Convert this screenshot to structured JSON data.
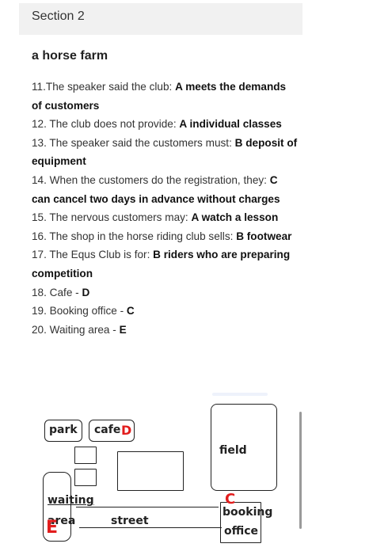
{
  "header": {
    "section": "Section 2"
  },
  "page": {
    "title": "a horse farm"
  },
  "questions": [
    {
      "text": "11.The speaker said the club: ",
      "answer": "A meets the demands of customers"
    },
    {
      "text": "12. The club does not provide: ",
      "answer": "A individual classes"
    },
    {
      "text": "13. The speaker said the customers must: ",
      "answer": "B deposit of equipment"
    },
    {
      "text": "14. When the customers do the registration, they: ",
      "answer": "C can cancel two days in advance without charges"
    },
    {
      "text": "15. The nervous customers may: ",
      "answer": "A watch a lesson"
    },
    {
      "text": "16. The shop in the horse riding club sells: ",
      "answer": "B footwear"
    },
    {
      "text": "17. The Equs Club is for: ",
      "answer": "B riders who are preparing competition"
    },
    {
      "text": "18. Cafe - ",
      "answer": "D"
    },
    {
      "text": "19. Booking office - ",
      "answer": "C"
    },
    {
      "text": "20. Waiting area - ",
      "answer": "E"
    }
  ],
  "map": {
    "park": "park",
    "cafe": "cafe",
    "cafe_letter": "D",
    "field": "field",
    "waiting": "waiting",
    "area": "area",
    "waiting_letter": "E",
    "street": "street",
    "booking": "booking",
    "office": "office",
    "booking_letter": "C"
  },
  "colors": {
    "answer_mark": "#e21d1d",
    "section_bg": "#f1f1f1"
  }
}
